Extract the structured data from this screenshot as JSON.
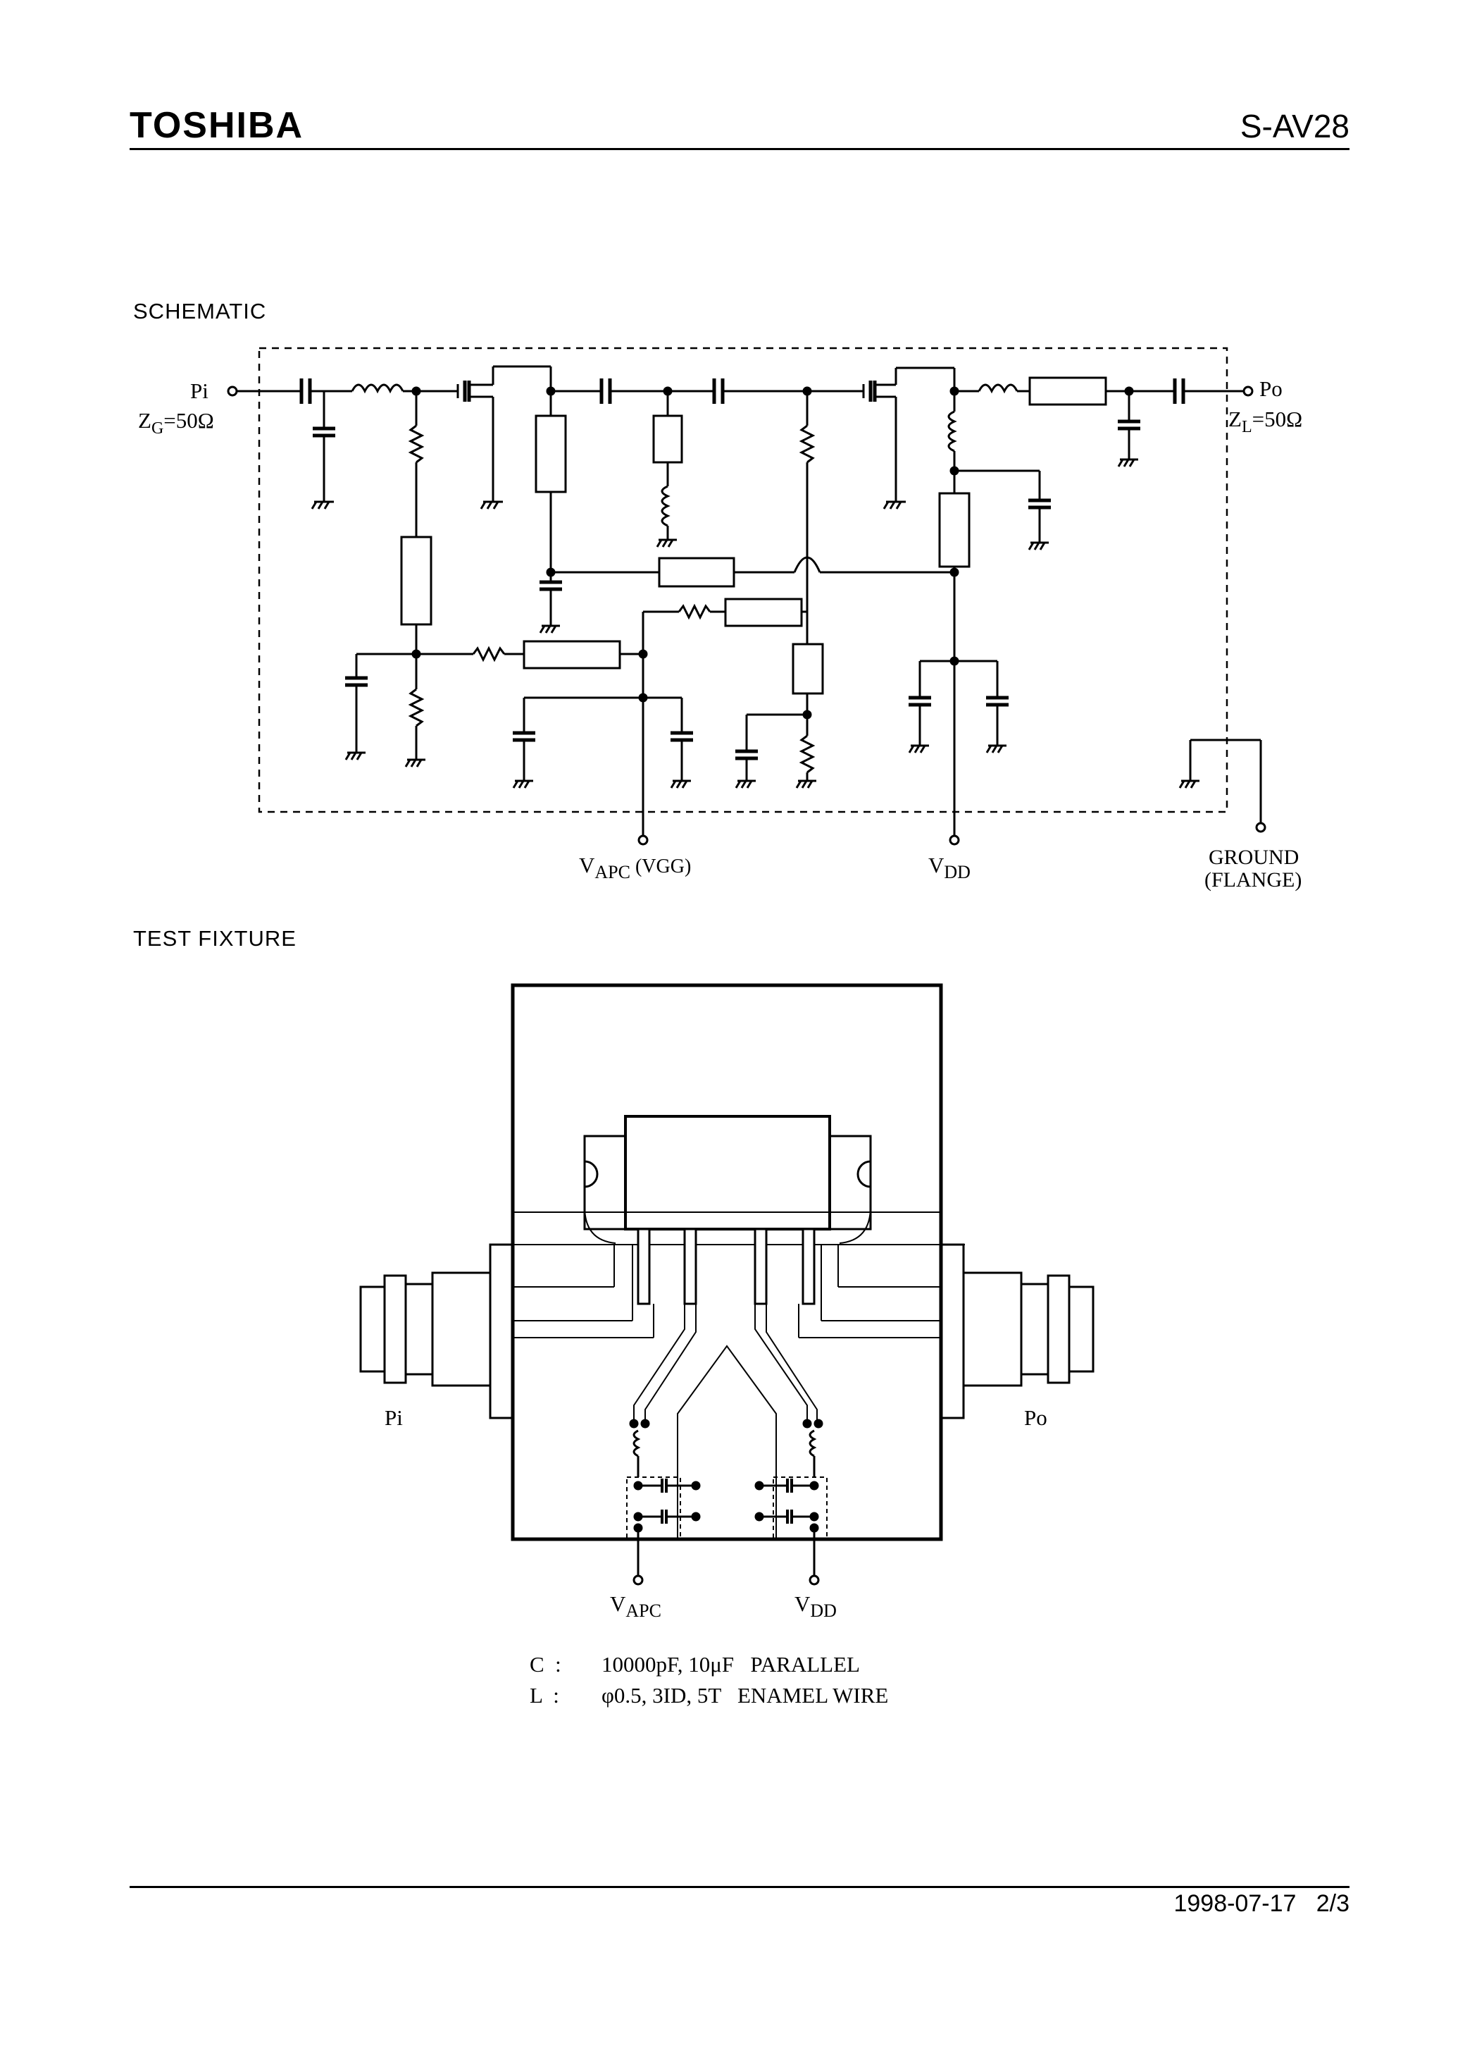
{
  "header": {
    "brand": "TOSHIBA",
    "part_number": "S-AV28"
  },
  "sections": {
    "schematic": "SCHEMATIC",
    "test_fixture": "TEST  FIXTURE"
  },
  "schematic": {
    "pi": "Pi",
    "zg": "Z",
    "zg_sub": "G",
    "zg_val": "=50Ω",
    "po": "Po",
    "zl": "Z",
    "zl_sub": "L",
    "zl_val": "=50Ω",
    "vapc": "V",
    "vapc_sub": "APC",
    "vapc_suffix": " (VGG)",
    "vdd": "V",
    "vdd_sub": "DD",
    "ground": "GROUND",
    "flange": "(FLANGE)"
  },
  "fixture": {
    "pi": "Pi",
    "po": "Po",
    "vapc": "V",
    "vapc_sub": "APC",
    "vdd": "V",
    "vdd_sub": "DD"
  },
  "notes": {
    "c_label": "C  :",
    "c_text": "10000pF, 10μF   PARALLEL",
    "l_label": "L  :",
    "l_text": "φ0.5, 3ID, 5T   ENAMEL WIRE"
  },
  "footer": {
    "date_page": "1998-07-17   2/3"
  }
}
